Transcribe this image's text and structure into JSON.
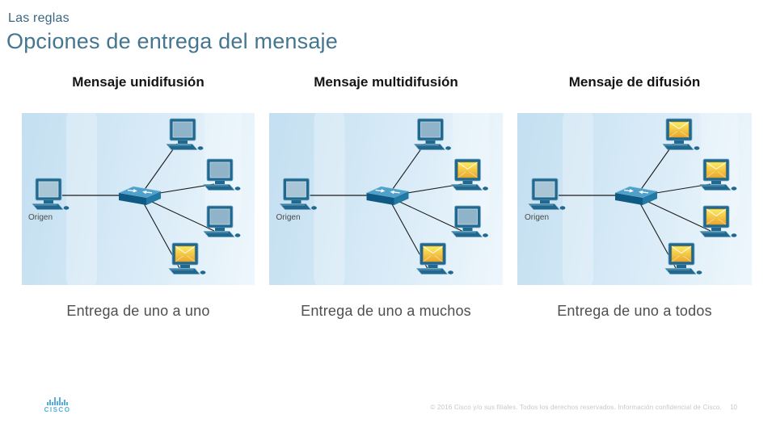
{
  "header": {
    "eyebrow": "Las reglas",
    "title": "Opciones de entrega del mensaje"
  },
  "columns": [
    {
      "id": "unicast",
      "header": "Mensaje unidifusión",
      "caption": "Entrega de uno a uno",
      "diagram": {
        "origin_label": "Origen",
        "device_icons": [
          "pc-icon",
          "switch-icon",
          "message-envelope-icon"
        ],
        "recipients_with_message": [
          false,
          false,
          false,
          true
        ]
      }
    },
    {
      "id": "multicast",
      "header": "Mensaje multidifusión",
      "caption": "Entrega de uno a muchos",
      "diagram": {
        "origin_label": "Origen",
        "device_icons": [
          "pc-icon",
          "switch-icon",
          "message-envelope-icon"
        ],
        "recipients_with_message": [
          false,
          true,
          false,
          true
        ]
      }
    },
    {
      "id": "broadcast",
      "header": "Mensaje de difusión",
      "caption": "Entrega de uno a todos",
      "diagram": {
        "origin_label": "Origen",
        "device_icons": [
          "pc-icon",
          "switch-icon",
          "message-envelope-icon"
        ],
        "recipients_with_message": [
          true,
          true,
          true,
          true
        ]
      }
    }
  ],
  "footer": {
    "logo_text": "CISCO",
    "copyright": "© 2016 Cisco y/o sus filiales. Todos los derechos reservados. Información confidencial de Cisco.",
    "page_number": "10"
  },
  "colors": {
    "title_text": "#44768f",
    "eyebrow_text": "#38677e",
    "column_header_text": "#141414",
    "caption_text": "#4f4f4f",
    "panel_gradient_start": "#c3dff1",
    "panel_gradient_end": "#eef7fc",
    "device_body": "#20688f",
    "device_screen": "#8fb3c9",
    "origin_screen": "#a9c6d6",
    "message_screen_top": "#fdea60",
    "message_screen_bottom": "#e9a72e",
    "switch_top_face": "#4fa0ca",
    "switch_front_face": "#0f5a84",
    "switch_side_face": "#2478a4",
    "link_line": "#1c1c1c",
    "origin_label_text": "#4a4a4a",
    "cisco_logo": "#55aedd",
    "footer_text": "#c7c7c7"
  }
}
